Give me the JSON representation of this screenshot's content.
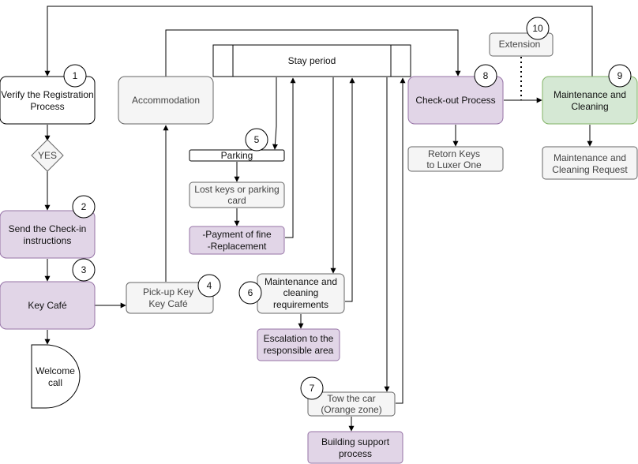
{
  "colors": {
    "stroke": "#000000",
    "white": "#ffffff",
    "grey_fill": "#f5f5f5",
    "grey_stroke": "#666666",
    "purple_fill": "#e1d5e7",
    "purple_stroke": "#9673a6",
    "green_fill": "#d5e8d4",
    "green_stroke": "#82b366"
  },
  "nodes": {
    "verify": [
      "Verify the Registration",
      "Process"
    ],
    "decision": "YES",
    "send_checkin": [
      "Send the Check-in",
      "instructions"
    ],
    "key_cafe": [
      "Key Café"
    ],
    "welcome_call": [
      "Welcome",
      "call"
    ],
    "accommodation": [
      "Accommodation"
    ],
    "pickup_key": [
      "Pick-up Key",
      "Key Café"
    ],
    "stay_period": [
      "Stay period"
    ],
    "parking": [
      "Parking"
    ],
    "lost_keys": [
      "Lost keys or parking",
      "card"
    ],
    "payment_fine": [
      "-Payment of fine",
      "-Replacement"
    ],
    "maintenance_req": [
      "Maintenance and",
      "cleaning",
      "requirements"
    ],
    "escalation": [
      "Escalation to the",
      "responsible area"
    ],
    "tow_car": [
      "Tow the car",
      "(Orange zone)"
    ],
    "building_support": [
      "Building support",
      "process"
    ],
    "checkout": [
      "Check-out Process"
    ],
    "return_keys": [
      "Retorn Keys",
      "to Luxer One"
    ],
    "extension": [
      "Extension"
    ],
    "maint_cleaning": [
      "Maintenance and",
      "Cleaning"
    ],
    "maint_cleaning_request": [
      "Maintenance and",
      "Cleaning Request"
    ]
  },
  "step_numbers": {
    "s1": "1",
    "s2": "2",
    "s3": "3",
    "s4": "4",
    "s5": "5",
    "s6": "6",
    "s7": "7",
    "s8": "8",
    "s9": "9",
    "s10": "10"
  }
}
